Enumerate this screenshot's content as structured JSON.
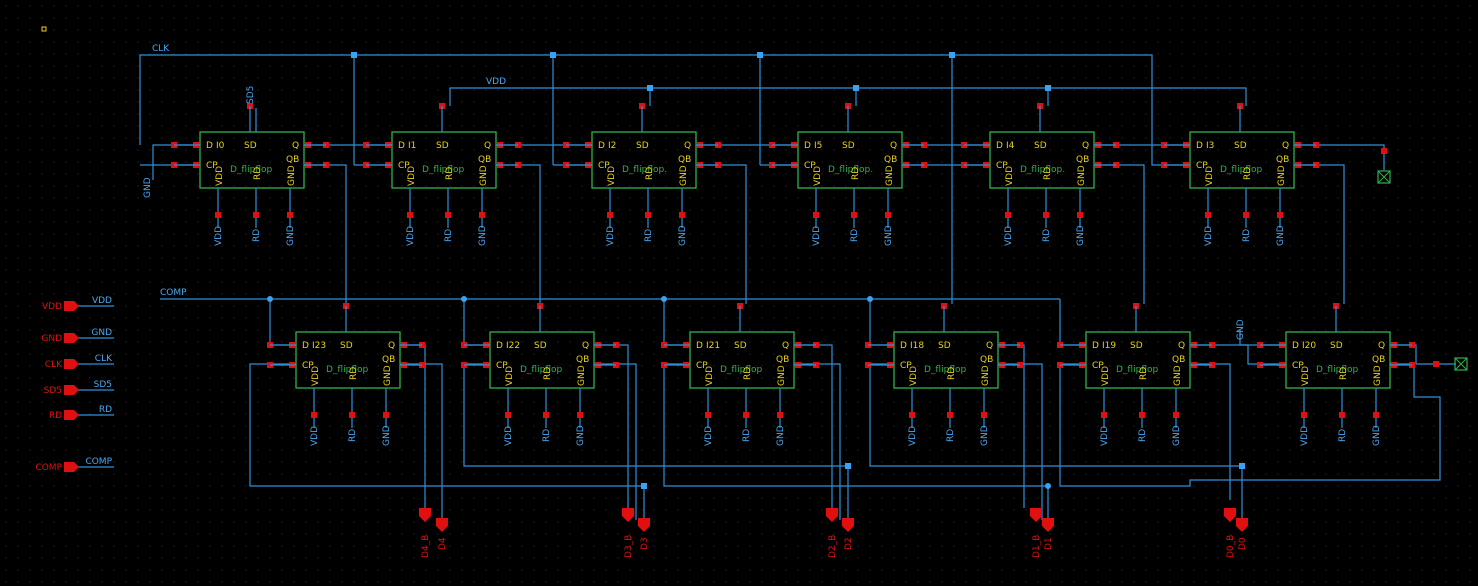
{
  "net_labels": {
    "clk": "CLK",
    "vdd": "VDD",
    "gnd_left": "GND",
    "sd5_top": "SD5",
    "comp": "COMP",
    "gnd_right": "GND"
  },
  "ports": [
    {
      "pin": "VDD",
      "net": "VDD"
    },
    {
      "pin": "GND",
      "net": "GND"
    },
    {
      "pin": "CLK",
      "net": "CLK"
    },
    {
      "pin": "SD5",
      "net": "SD5"
    },
    {
      "pin": "RD",
      "net": "RD"
    },
    {
      "pin": "COMP",
      "net": "COMP"
    }
  ],
  "cell_name": "D_flipflop",
  "cell_name_short": "D_flipflop.",
  "pin_labels": {
    "d": "D",
    "cp": "CP",
    "sd": "SD",
    "q": "Q",
    "qb": "QB",
    "vdd": "VDD",
    "rd": "RD",
    "gnd": "GND"
  },
  "top_row": [
    "I0",
    "I1",
    "I2",
    "I5",
    "I4",
    "I3"
  ],
  "bottom_row": [
    "I23",
    "I22",
    "I21",
    "I18",
    "I19",
    "I20"
  ],
  "outputs": [
    {
      "b": "D4_B",
      "d": "D4"
    },
    {
      "b": "D3_B",
      "d": "D3"
    },
    {
      "b": "D2_B",
      "d": "D2"
    },
    {
      "b": "D1_B",
      "d": "D1"
    },
    {
      "b": "D0_B",
      "d": "D0"
    }
  ],
  "colors": {
    "wire": "#2f8fd8",
    "instance": "#2fb24a",
    "pin": "#e01010",
    "label": "#e8d21a"
  }
}
